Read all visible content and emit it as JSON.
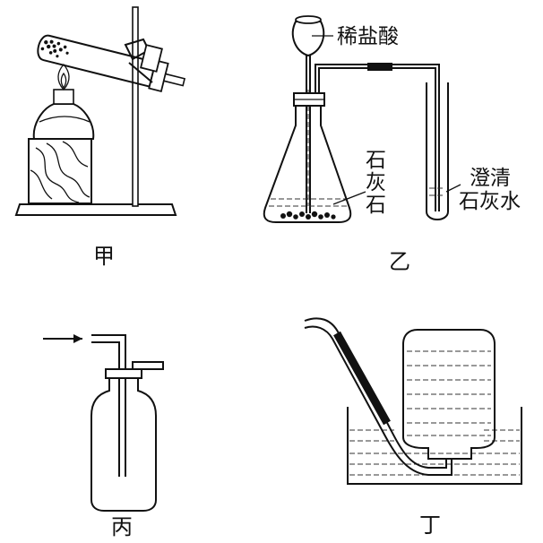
{
  "labels": {
    "dilute_hcl": "稀盐酸",
    "limestone": [
      "石",
      "灰",
      "石"
    ],
    "limewater": [
      "澄清",
      "石灰水"
    ]
  },
  "captions": {
    "a": "甲",
    "b": "乙",
    "c": "丙",
    "d": "丁"
  }
}
